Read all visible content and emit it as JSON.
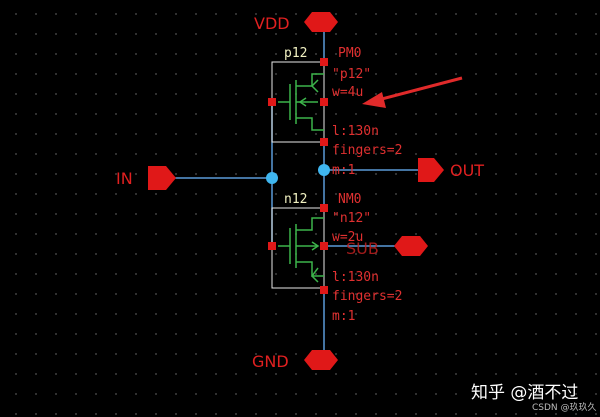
{
  "pins": {
    "vdd": "VDD",
    "gnd": "GND",
    "in": "IN",
    "out": "OUT",
    "sub": "SUB"
  },
  "pmos": {
    "model_label": "p12",
    "instance": "PM0",
    "model_quoted": "\"p12\"",
    "width": "w=4u",
    "length": "l:130n",
    "fingers": "fingers=2",
    "multiplier": "m:1"
  },
  "nmos": {
    "model_label": "n12",
    "instance": "NM0",
    "model_quoted": "\"n12\"",
    "width": "w=2u",
    "length": "l:130n",
    "fingers": "fingers=2",
    "multiplier": "m:1"
  },
  "watermark": {
    "main": "知乎 @酒不过",
    "sub": "CSDN @玖玖久"
  },
  "colors": {
    "wire": "#5a9bd8",
    "pin": "#e01818",
    "device": "#3cb44b",
    "terminal": "#e01818",
    "annotation_arrow": "#e02a2a",
    "background": "#000000"
  }
}
